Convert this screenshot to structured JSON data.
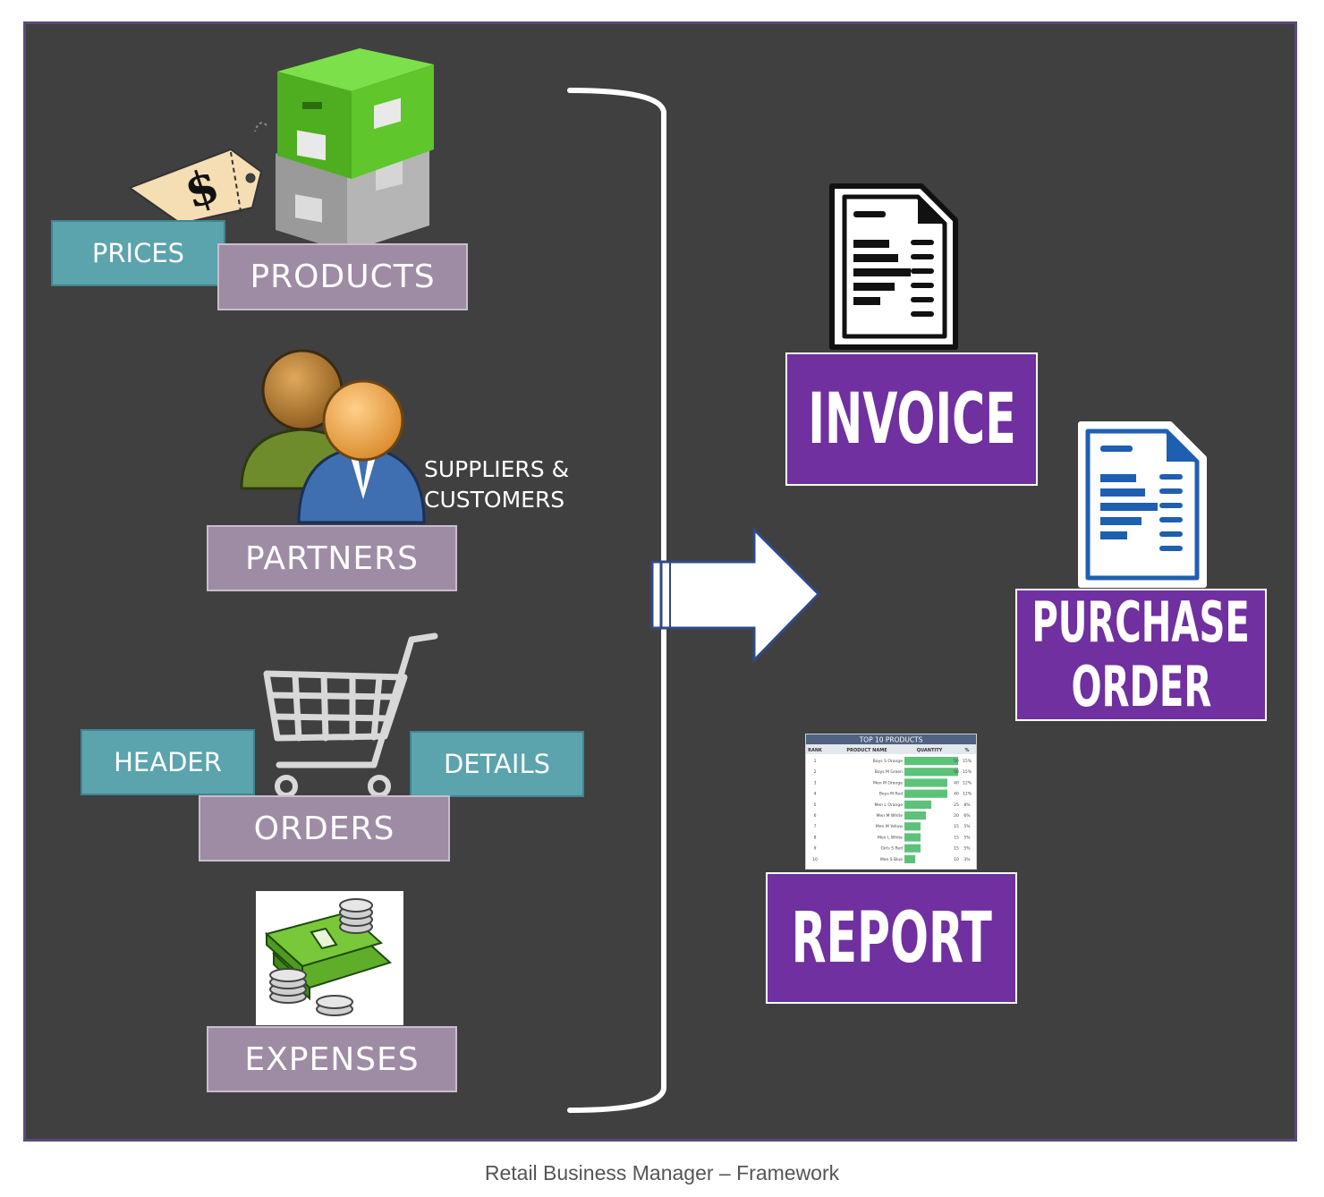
{
  "diagram": {
    "inputs": {
      "products": "PRODUCTS",
      "prices": "PRICES",
      "partners": "PARTNERS",
      "partners_note_line1": "SUPPLIERS &",
      "partners_note_line2": "CUSTOMERS",
      "orders": "ORDERS",
      "header": "HEADER",
      "details": "DETAILS",
      "expenses": "EXPENSES"
    },
    "outputs": {
      "invoice": "INVOICE",
      "purchase_order_line1": "PURCHASE",
      "purchase_order_line2": "ORDER",
      "report": "REPORT"
    },
    "report_thumbnail": {
      "title": "TOP 10 PRODUCTS",
      "columns": [
        "RANK",
        "PRODUCT NAME",
        "QUANTITY",
        "%"
      ],
      "rows": [
        {
          "rank": "1",
          "name": "Boys S Orange",
          "quantity": 50,
          "pct": "15%"
        },
        {
          "rank": "2",
          "name": "Boys M Green",
          "quantity": 50,
          "pct": "15%"
        },
        {
          "rank": "3",
          "name": "Men M Orange",
          "quantity": 40,
          "pct": "12%"
        },
        {
          "rank": "4",
          "name": "Boys M Red",
          "quantity": 40,
          "pct": "12%"
        },
        {
          "rank": "5",
          "name": "Men L Orange",
          "quantity": 25,
          "pct": "8%"
        },
        {
          "rank": "6",
          "name": "Men M White",
          "quantity": 20,
          "pct": "6%"
        },
        {
          "rank": "7",
          "name": "Men M Yellow",
          "quantity": 15,
          "pct": "5%"
        },
        {
          "rank": "8",
          "name": "Men L White",
          "quantity": 15,
          "pct": "5%"
        },
        {
          "rank": "9",
          "name": "Girls S Red",
          "quantity": 15,
          "pct": "5%"
        },
        {
          "rank": "10",
          "name": "Men S Blue",
          "quantity": 10,
          "pct": "3%"
        }
      ]
    },
    "caption": "Retail Business Manager – Framework",
    "colors": {
      "background": "#404040",
      "mauve_label": "#9e8ca4",
      "teal_label": "#5ba3ad",
      "purple_output": "#7030a0",
      "report_bar": "#5cc27a"
    }
  }
}
